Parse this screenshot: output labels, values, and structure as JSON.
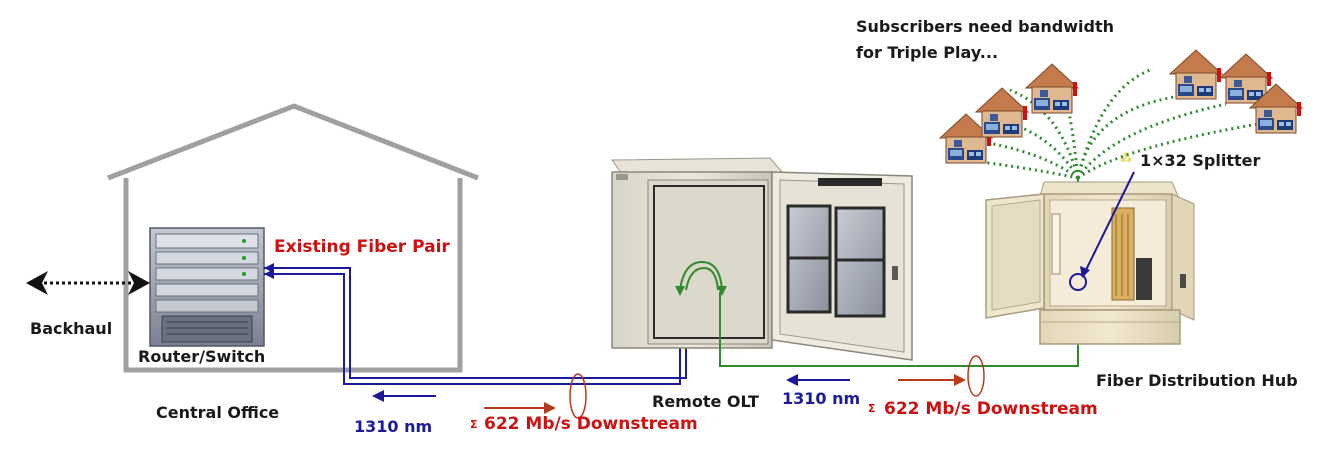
{
  "labels": {
    "subscribers_line1": "Subscribers need bandwidth",
    "subscribers_line2": "for Triple Play...",
    "splitter": "1×32 Splitter",
    "existing_fiber": "Existing Fiber Pair",
    "backhaul": "Backhaul",
    "router": "Router/Switch",
    "central_office": "Central Office",
    "remote_olt": "Remote OLT",
    "fiber_hub": "Fiber Distribution Hub",
    "upstream_left": "1310 nm",
    "upstream_right": "1310 nm",
    "downstream_left": "622 Mb/s Downstream",
    "downstream_right": "622 Mb/s Downstream",
    "sigma": "Σ"
  },
  "colors": {
    "upstream": "#1a1a9a",
    "downstream": "#b83a1a",
    "distribution_fiber": "#2e8b2e",
    "building_outline": "#a0a0a0",
    "label_red": "#cc1111"
  },
  "icons": [
    "house-outline",
    "router-chassis",
    "olt-cabinet",
    "splitter-cabinet",
    "subscriber-house",
    "arrow-left",
    "arrow-right"
  ]
}
